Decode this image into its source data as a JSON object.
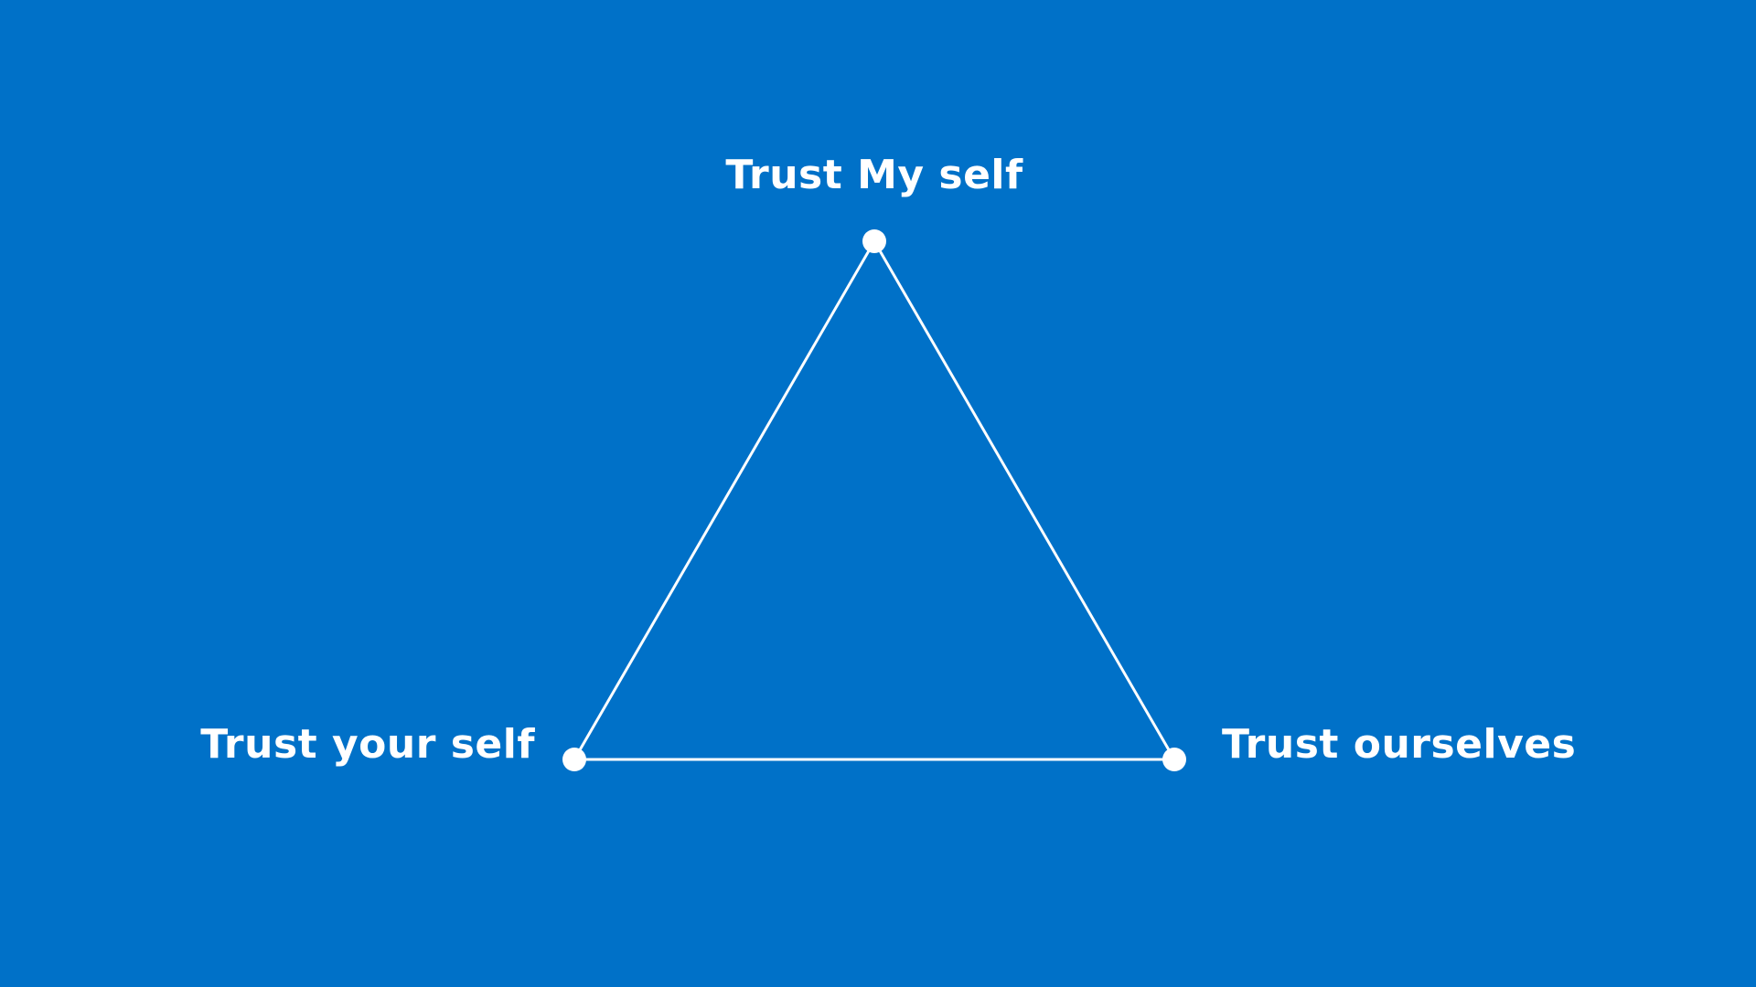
{
  "diagram": {
    "nodes": [
      {
        "id": "top",
        "label": "Trust My self"
      },
      {
        "id": "left",
        "label": "Trust your self"
      },
      {
        "id": "right",
        "label": "Trust ourselves"
      }
    ],
    "edges": [
      {
        "from": "top",
        "to": "left"
      },
      {
        "from": "top",
        "to": "right"
      },
      {
        "from": "left",
        "to": "right"
      }
    ]
  },
  "colors": {
    "background": "#0071c8",
    "foreground": "#ffffff"
  }
}
